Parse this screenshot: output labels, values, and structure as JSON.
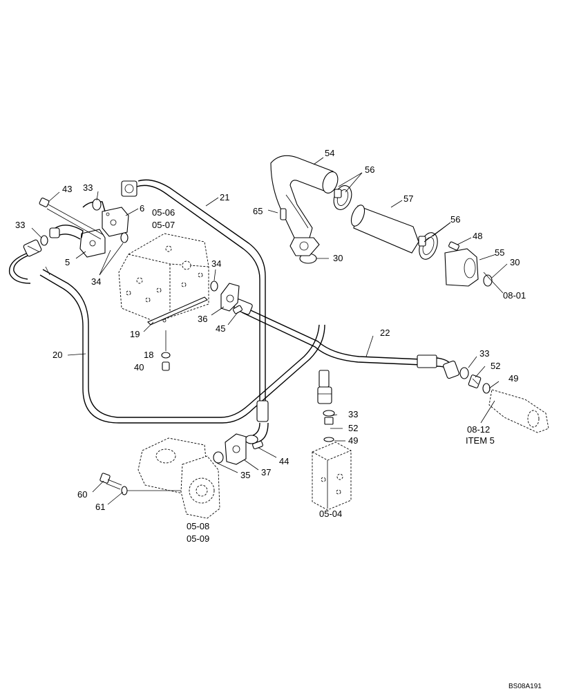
{
  "diagram": {
    "callouts": {
      "c43": "43",
      "c33a": "33",
      "c6": "6",
      "c21": "21",
      "ref_0506": "05-06",
      "ref_0507": "05-07",
      "c33b": "33",
      "c5": "5",
      "c34a": "34",
      "c34b": "34",
      "c36": "36",
      "c45": "45",
      "c19": "19",
      "c18": "18",
      "c40": "40",
      "c20": "20",
      "c54": "54",
      "c56a": "56",
      "c65": "65",
      "c57": "57",
      "c30a": "30",
      "c56b": "56",
      "c48": "48",
      "c55": "55",
      "c30b": "30",
      "ref_0801": "08-01",
      "c22": "22",
      "c33c": "33",
      "c52a": "52",
      "c49a": "49",
      "ref_0812": "08-12",
      "ref_item5": "ITEM 5",
      "c33d": "33",
      "c52b": "52",
      "c49b": "49",
      "c44": "44",
      "c35": "35",
      "c37": "37",
      "c60": "60",
      "c61": "61",
      "ref_0508": "05-08",
      "ref_0509": "05-09",
      "ref_0504": "05-04"
    },
    "drawing_code": "BS08A191"
  }
}
